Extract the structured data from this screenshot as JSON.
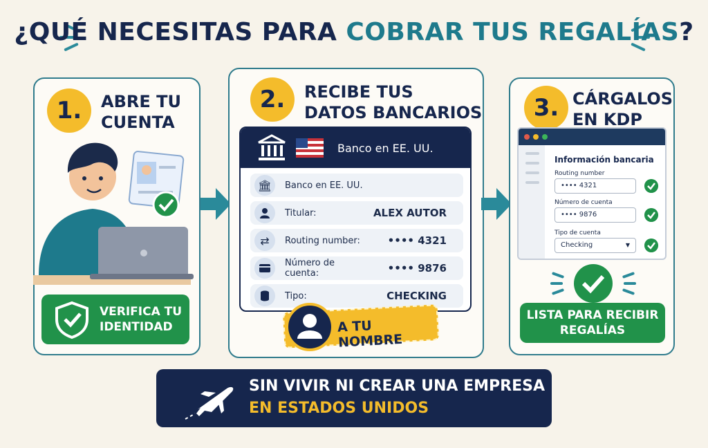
{
  "title": {
    "part1": "¿QUÉ NECESITAS PARA ",
    "part2": "COBRAR TUS REGALÍAS",
    "part3": "?"
  },
  "steps": [
    {
      "number": "1.",
      "title_line1": "ABRE TU",
      "title_line2": "CUENTA",
      "button_line1": "VERIFICA TU",
      "button_line2": "IDENTIDAD"
    },
    {
      "number": "2.",
      "title_line1": "RECIBE TUS",
      "title_line2": "DATOS BANCARIOS"
    },
    {
      "number": "3.",
      "title_line1": "CÁRGALOS",
      "title_line2": "EN KDP",
      "button_line1": "LISTA PARA RECIBIR",
      "button_line2": "REGALÍAS"
    }
  ],
  "bank": {
    "header": "Banco en EE. UU.",
    "rows": [
      {
        "key": "Banco en EE. UU.",
        "value": ""
      },
      {
        "key": "Titular:",
        "value": "ALEX AUTOR"
      },
      {
        "key": "Routing number:",
        "value": "•••• 4321"
      },
      {
        "key": "Número de cuenta:",
        "value": "•••• 9876"
      },
      {
        "key": "Tipo:",
        "value": "CHECKING"
      }
    ],
    "ribbon": "A TU NOMBRE"
  },
  "kdp": {
    "window_title": "Información bancaria",
    "fields": [
      {
        "label": "Routing number",
        "value": "•••• 4321"
      },
      {
        "label": "Número de cuenta",
        "value": "•••• 9876"
      },
      {
        "label": "Tipo de cuenta",
        "value": "Checking"
      }
    ]
  },
  "bottom": {
    "line1": "SIN VIVIR NI CREAR UNA EMPRESA",
    "line2": "EN ESTADOS UNIDOS"
  },
  "colors": {
    "navy": "#16264d",
    "teal": "#1e7a8c",
    "yellow": "#f4bc2b",
    "green": "#21924a"
  },
  "icons": [
    "shield-check-icon",
    "bank-icon",
    "us-flag-icon",
    "user-icon",
    "transfer-icon",
    "card-icon",
    "coins-icon",
    "check-icon",
    "airplane-icon",
    "arrow-right-icon"
  ]
}
